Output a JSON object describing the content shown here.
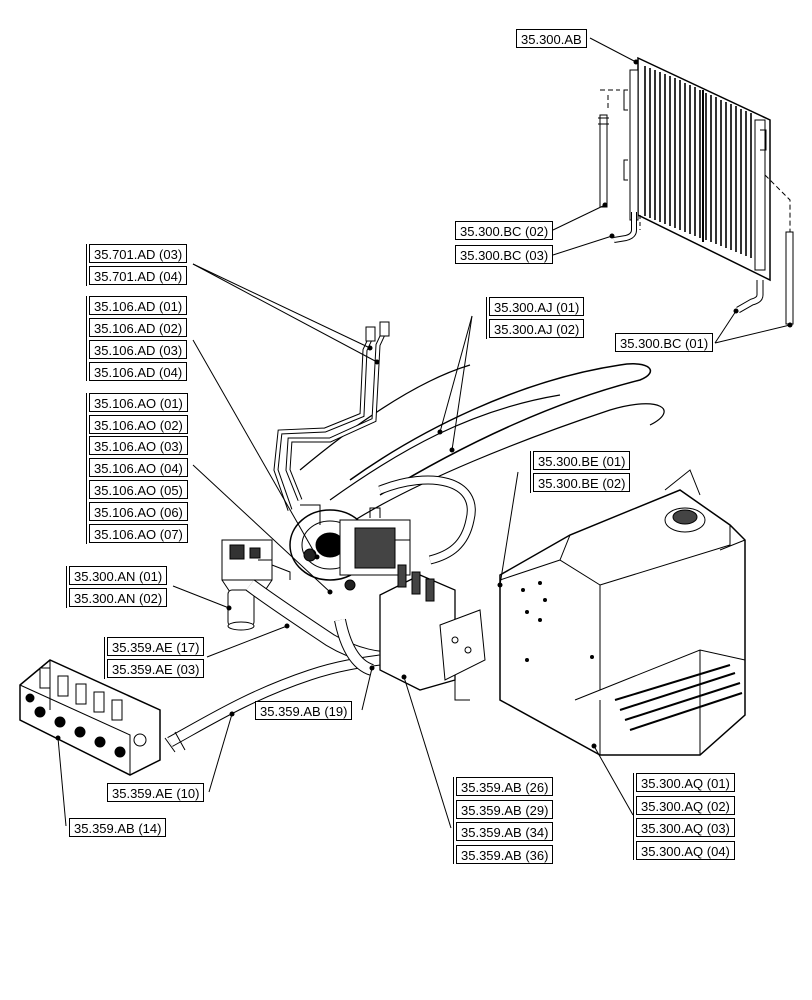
{
  "callouts": {
    "c_300_ab": "35.300.AB",
    "c_300_bc02": "35.300.BC (02)",
    "c_300_bc03": "35.300.BC (03)",
    "c_300_bc01": "35.300.BC (01)",
    "c_701_ad03": "35.701.AD (03)",
    "c_701_ad04": "35.701.AD (04)",
    "c_106_ad01": "35.106.AD (01)",
    "c_106_ad02": "35.106.AD (02)",
    "c_106_ad03": "35.106.AD (03)",
    "c_106_ad04": "35.106.AD (04)",
    "c_106_ao01": "35.106.AO (01)",
    "c_106_ao02": "35.106.AO (02)",
    "c_106_ao03": "35.106.AO (03)",
    "c_106_ao04": "35.106.AO (04)",
    "c_106_ao05": "35.106.AO (05)",
    "c_106_ao06": "35.106.AO (06)",
    "c_106_ao07": "35.106.AO (07)",
    "c_300_aj01": "35.300.AJ (01)",
    "c_300_aj02": "35.300.AJ (02)",
    "c_300_be01": "35.300.BE (01)",
    "c_300_be02": "35.300.BE (02)",
    "c_300_an01": "35.300.AN (01)",
    "c_300_an02": "35.300.AN (02)",
    "c_359_ae17": "35.359.AE (17)",
    "c_359_ae03": "35.359.AE (03)",
    "c_359_ab19": "35.359.AB (19)",
    "c_359_ae10": "35.359.AE (10)",
    "c_359_ab14": "35.359.AB (14)",
    "c_359_ab26": "35.359.AB (26)",
    "c_359_ab29": "35.359.AB (29)",
    "c_359_ab34": "35.359.AB (34)",
    "c_359_ab36": "35.359.AB (36)",
    "c_300_aq01": "35.300.AQ (01)",
    "c_300_aq02": "35.300.AQ (02)",
    "c_300_aq03": "35.300.AQ (03)",
    "c_300_aq04": "35.300.AQ (04)"
  }
}
